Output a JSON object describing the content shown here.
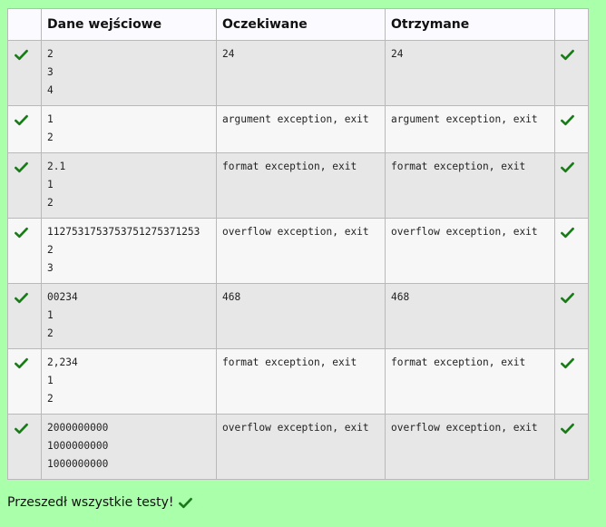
{
  "headers": [
    "",
    "Dane wejściowe",
    "Oczekiwane",
    "Otrzymane",
    ""
  ],
  "rows": [
    {
      "input": [
        "2",
        "3",
        "4"
      ],
      "expected": "24",
      "got": "24",
      "status": "check-icon"
    },
    {
      "input": [
        "1",
        "2"
      ],
      "expected": "argument exception, exit",
      "got": "argument exception, exit",
      "status": "check-icon"
    },
    {
      "input": [
        "2.1",
        "1",
        "2"
      ],
      "expected": "format exception, exit",
      "got": "format exception, exit",
      "status": "check-icon"
    },
    {
      "input": [
        "112753175375375127537125З",
        "2",
        "3"
      ],
      "expected": "overflow exception, exit",
      "got": "overflow exception, exit",
      "status": "check-icon"
    },
    {
      "input": [
        "00234",
        "1",
        "2"
      ],
      "expected": "468",
      "got": "468",
      "status": "check-icon"
    },
    {
      "input": [
        "2,234",
        "1",
        "2"
      ],
      "expected": "format exception, exit",
      "got": "format exception, exit",
      "status": "check-icon"
    },
    {
      "input": [
        "2000000000",
        "1000000000",
        "1000000000"
      ],
      "expected": "overflow exception, exit",
      "got": "overflow exception, exit",
      "status": "check-icon"
    }
  ],
  "footer": {
    "text": "Przeszedł wszystkie testy!",
    "icon": "check-icon"
  },
  "colors": {
    "background": "#aaffaa",
    "check": "#1a7a1a",
    "row_odd": "#e7e7e7",
    "row_even": "#f7f7f7"
  }
}
